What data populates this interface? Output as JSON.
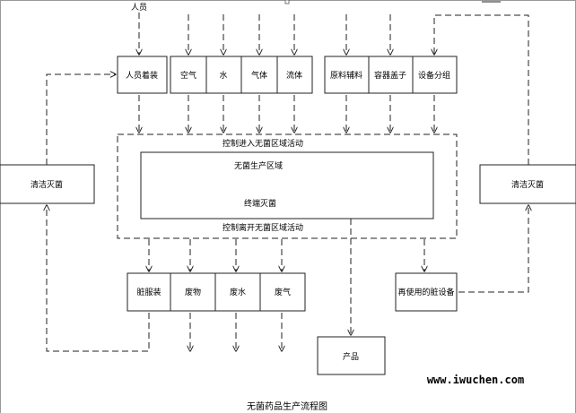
{
  "top_label": "人员",
  "inputs": [
    {
      "key": "personnel_dressing",
      "label": "人员着装"
    },
    {
      "key": "air",
      "label": "空气"
    },
    {
      "key": "water",
      "label": "水"
    },
    {
      "key": "gas",
      "label": "气体"
    },
    {
      "key": "fluid",
      "label": "流体"
    },
    {
      "key": "raw_materials",
      "label": "原料辅料"
    },
    {
      "key": "container_caps",
      "label": "容器盖子"
    },
    {
      "key": "equipment_parts",
      "label": "设备分组"
    }
  ],
  "control_in": "控制进入无菌区域活动",
  "sterile_area": "无菌生产区域",
  "terminal_sterilization": "终端灭菌",
  "control_out": "控制离开无菌区域活动",
  "outputs": [
    {
      "key": "dirty_clothes",
      "label": "脏服装"
    },
    {
      "key": "waste",
      "label": "废物"
    },
    {
      "key": "waste_water",
      "label": "废水"
    },
    {
      "key": "waste_gas",
      "label": "废气"
    }
  ],
  "cleaning_left": "清洁灭菌",
  "cleaning_right": "清洁灭菌",
  "reused_equipment": "再使用的脏设备",
  "product": "产品",
  "website": "www.iwuchen.com",
  "caption": "无菌药品生产流程图"
}
